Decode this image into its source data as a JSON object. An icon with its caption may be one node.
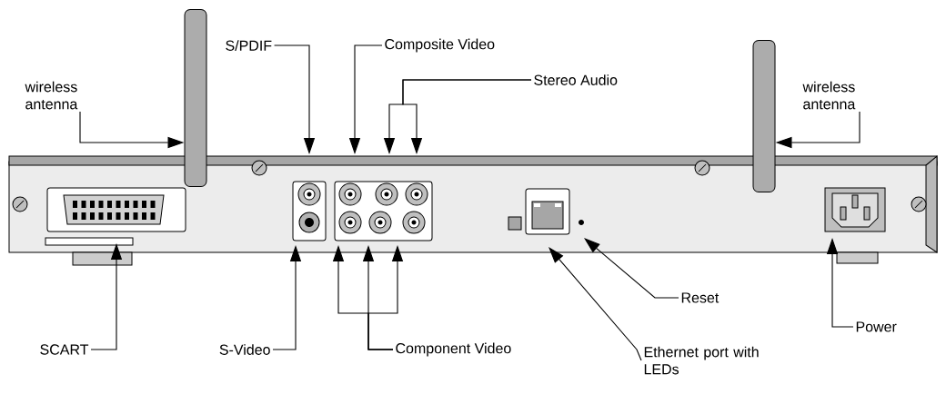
{
  "diagram": {
    "nodes": [
      {
        "text": [
          "wireless antenna"
        ]
      },
      {
        "text": [
          "wireless antenna"
        ]
      },
      {
        "text": [
          "S/PDIF"
        ]
      },
      {
        "text": [
          "Composite Video"
        ]
      },
      {
        "text": [
          "Stereo Audio"
        ]
      },
      {
        "text": [
          "SCART"
        ]
      },
      {
        "text": [
          "S-Video"
        ]
      },
      {
        "text": [
          "Component Video"
        ]
      },
      {
        "text": [
          "Ethernet port with LEDs"
        ]
      },
      {
        "text": [
          "Reset"
        ]
      },
      {
        "text": [
          "Power"
        ]
      },
      {
        "text": [],
        "shape": "antenna"
      },
      {
        "text": [],
        "shape": "antenna"
      }
    ],
    "edges": [
      {
        "from": 0,
        "to": 11,
        "arrow": "to"
      },
      {
        "from": 1,
        "to": 12,
        "arrow": "to"
      },
      {
        "from": 2,
        "to": null,
        "arrow": "to"
      },
      {
        "from": 3,
        "to": null,
        "arrow": "to"
      },
      {
        "from": 4,
        "to": null,
        "arrow": "to"
      },
      {
        "from": 4,
        "to": null,
        "arrow": "to"
      },
      {
        "from": 5,
        "to": null,
        "arrow": "to"
      },
      {
        "from": 6,
        "to": null,
        "arrow": "to"
      },
      {
        "from": 7,
        "to": null,
        "arrow": "to"
      },
      {
        "from": 7,
        "to": null,
        "arrow": "to"
      },
      {
        "from": 7,
        "to": null,
        "arrow": "to"
      },
      {
        "from": 8,
        "to": null,
        "arrow": "to"
      },
      {
        "from": 9,
        "to": null,
        "arrow": "to"
      },
      {
        "from": 10,
        "to": null,
        "arrow": "to"
      }
    ]
  }
}
